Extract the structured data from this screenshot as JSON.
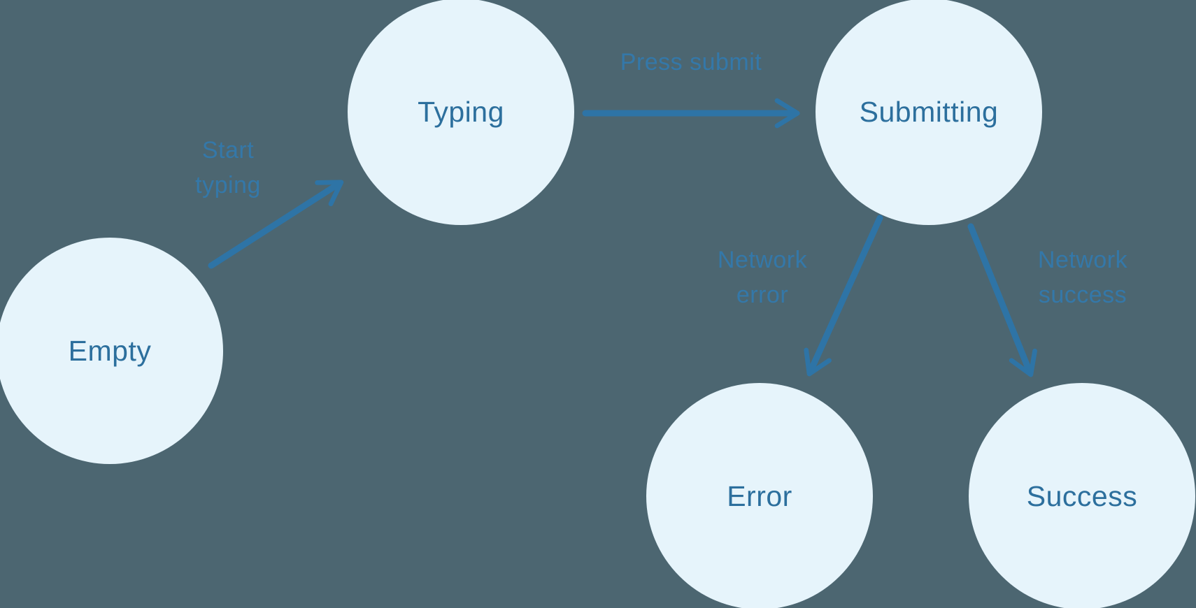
{
  "diagram": {
    "type": "state-machine",
    "colors": {
      "background": "#4C6671",
      "node_fill": "#E6F4FB",
      "node_text": "#2C6F9D",
      "edge_stroke": "#2E74A6",
      "edge_label_text": "#3478A9"
    },
    "nodes": [
      {
        "id": "empty",
        "label": "Empty"
      },
      {
        "id": "typing",
        "label": "Typing"
      },
      {
        "id": "submitting",
        "label": "Submitting"
      },
      {
        "id": "error",
        "label": "Error"
      },
      {
        "id": "success",
        "label": "Success"
      }
    ],
    "edges": [
      {
        "from": "empty",
        "to": "typing",
        "label": "Start typing",
        "label_lines": [
          "Start",
          "typing"
        ]
      },
      {
        "from": "typing",
        "to": "submitting",
        "label": "Press submit",
        "label_lines": [
          "Press submit"
        ]
      },
      {
        "from": "submitting",
        "to": "error",
        "label": "Network error",
        "label_lines": [
          "Network",
          "error"
        ]
      },
      {
        "from": "submitting",
        "to": "success",
        "label": "Network success",
        "label_lines": [
          "Network",
          "success"
        ]
      }
    ]
  }
}
